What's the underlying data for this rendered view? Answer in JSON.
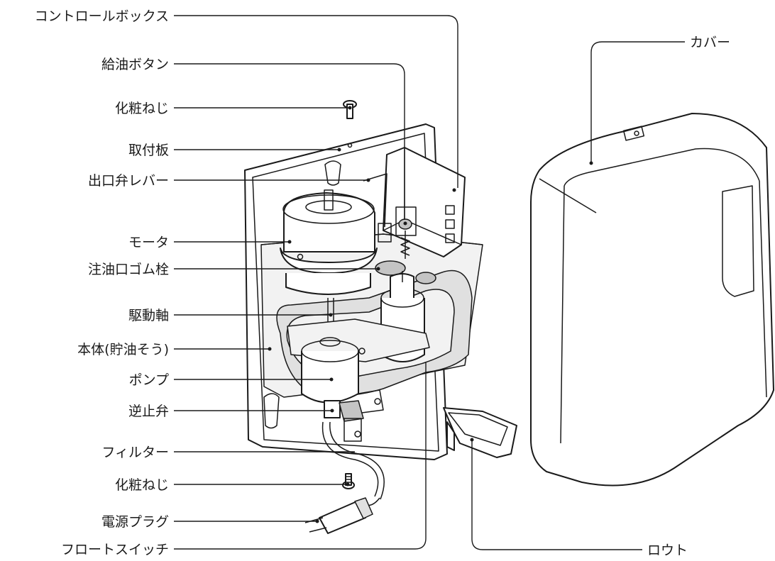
{
  "labels": {
    "control_box": "コントロールボックス",
    "oil_button": "給油ボタン",
    "screw_top": "化粧ねじ",
    "mount_plate": "取付板",
    "outlet_valve_lever": "出口弁レバー",
    "motor": "モータ",
    "oil_port_plug": "注油口ゴム栓",
    "drive_shaft": "駆動軸",
    "body_tank": "本体(貯油そう)",
    "pump": "ポンプ",
    "check_valve": "逆止弁",
    "filter": "フィルター",
    "screw_bottom": "化粧ねじ",
    "power_plug": "電源プラグ",
    "float_switch": "フロートスイッチ",
    "cover": "カバー",
    "funnel": "ロウト"
  }
}
